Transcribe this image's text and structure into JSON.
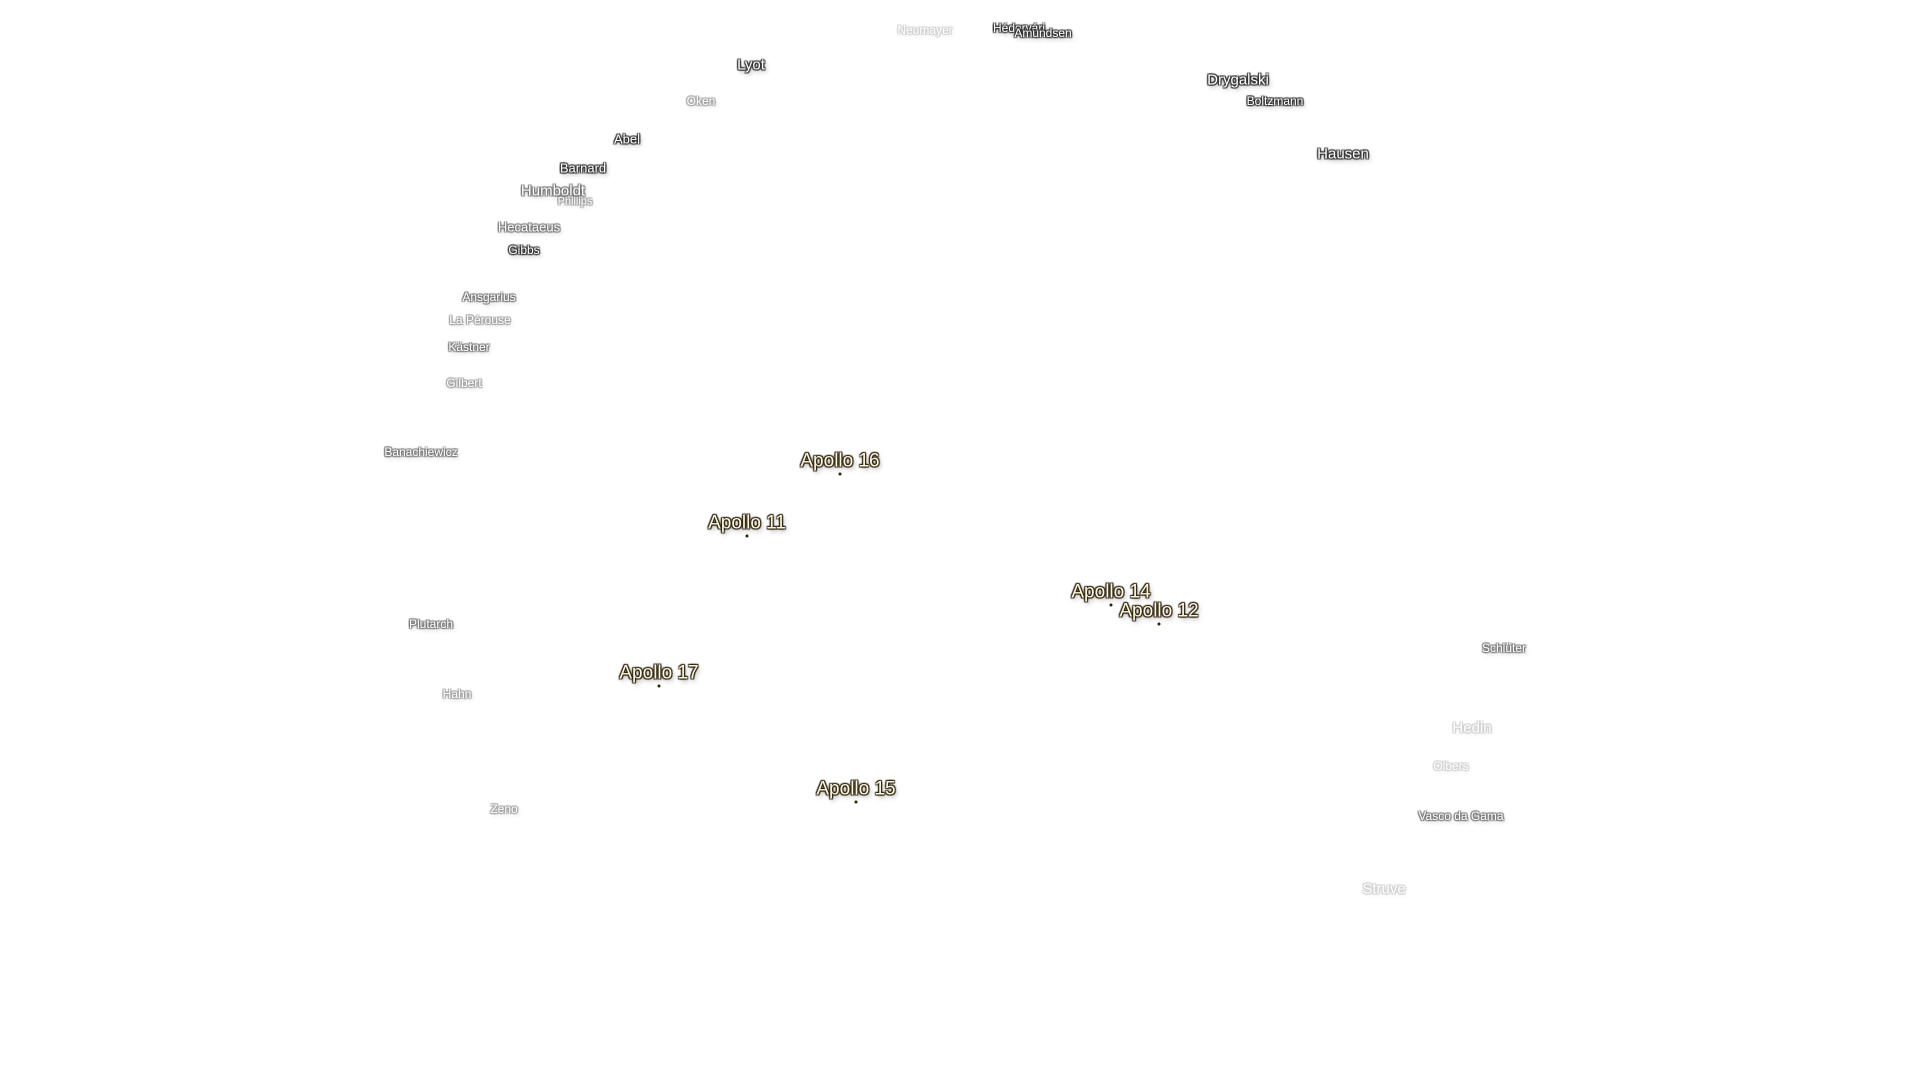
{
  "craters": [
    {
      "id": "neumayer",
      "name": "Neumayer",
      "size": "c-sm",
      "style": "veryfaded"
    },
    {
      "id": "hedervari",
      "name": "Hédervári",
      "size": "c-sm",
      "style": ""
    },
    {
      "id": "amundsen",
      "name": "Amundsen",
      "size": "c-sm",
      "style": ""
    },
    {
      "id": "lyot",
      "name": "Lyot",
      "size": "c-lg",
      "style": ""
    },
    {
      "id": "drygalski",
      "name": "Drygalski",
      "size": "c-lg",
      "style": ""
    },
    {
      "id": "oken",
      "name": "Oken",
      "size": "c-sm",
      "style": "faded"
    },
    {
      "id": "boltzmann",
      "name": "Boltzmann",
      "size": "c-sm",
      "style": ""
    },
    {
      "id": "abel",
      "name": "Abel",
      "size": "c-md",
      "style": ""
    },
    {
      "id": "hausen",
      "name": "Hausen",
      "size": "c-lg",
      "style": ""
    },
    {
      "id": "barnard",
      "name": "Barnard",
      "size": "c-md",
      "style": ""
    },
    {
      "id": "humboldt",
      "name": "Humboldt",
      "size": "c-lg",
      "style": "dim"
    },
    {
      "id": "phillips",
      "name": "Phillips",
      "size": "c-xs",
      "style": "faded"
    },
    {
      "id": "hecataeus",
      "name": "Hecataeus",
      "size": "c-md",
      "style": "dim"
    },
    {
      "id": "gibbs",
      "name": "Gibbs",
      "size": "c-sm",
      "style": ""
    },
    {
      "id": "ansgarius",
      "name": "Ansgarius",
      "size": "c-sm",
      "style": "dim"
    },
    {
      "id": "la-perouse",
      "name": "La Pérouse",
      "size": "c-sm",
      "style": "faded"
    },
    {
      "id": "kastner",
      "name": "Kästner",
      "size": "c-sm",
      "style": "dim"
    },
    {
      "id": "gilbert",
      "name": "Gilbert",
      "size": "c-sm",
      "style": "faded"
    },
    {
      "id": "banachiewicz",
      "name": "Banachiewicz",
      "size": "c-sm",
      "style": "dim"
    },
    {
      "id": "plutarch",
      "name": "Plutarch",
      "size": "c-sm",
      "style": "dim"
    },
    {
      "id": "hahn",
      "name": "Hahn",
      "size": "c-sm",
      "style": "faded"
    },
    {
      "id": "schluter",
      "name": "Schlüter",
      "size": "c-sm",
      "style": "dim"
    },
    {
      "id": "hedin",
      "name": "Hedin",
      "size": "c-lg",
      "style": "veryfaded"
    },
    {
      "id": "olbers",
      "name": "Olbers",
      "size": "c-sm",
      "style": "veryfaded"
    },
    {
      "id": "zeno",
      "name": "Zeno",
      "size": "c-sm",
      "style": "faded"
    },
    {
      "id": "vasco-da-gama",
      "name": "Vasco da Gama",
      "size": "c-sm",
      "style": "dim"
    },
    {
      "id": "struve",
      "name": "Struve",
      "size": "c-lg",
      "style": "veryfaded"
    }
  ],
  "apollo_sites": [
    {
      "id": "apollo-16",
      "name": "Apollo 16"
    },
    {
      "id": "apollo-11",
      "name": "Apollo 11"
    },
    {
      "id": "apollo-14",
      "name": "Apollo 14"
    },
    {
      "id": "apollo-12",
      "name": "Apollo 12"
    },
    {
      "id": "apollo-17",
      "name": "Apollo 17"
    },
    {
      "id": "apollo-15",
      "name": "Apollo 15"
    }
  ]
}
